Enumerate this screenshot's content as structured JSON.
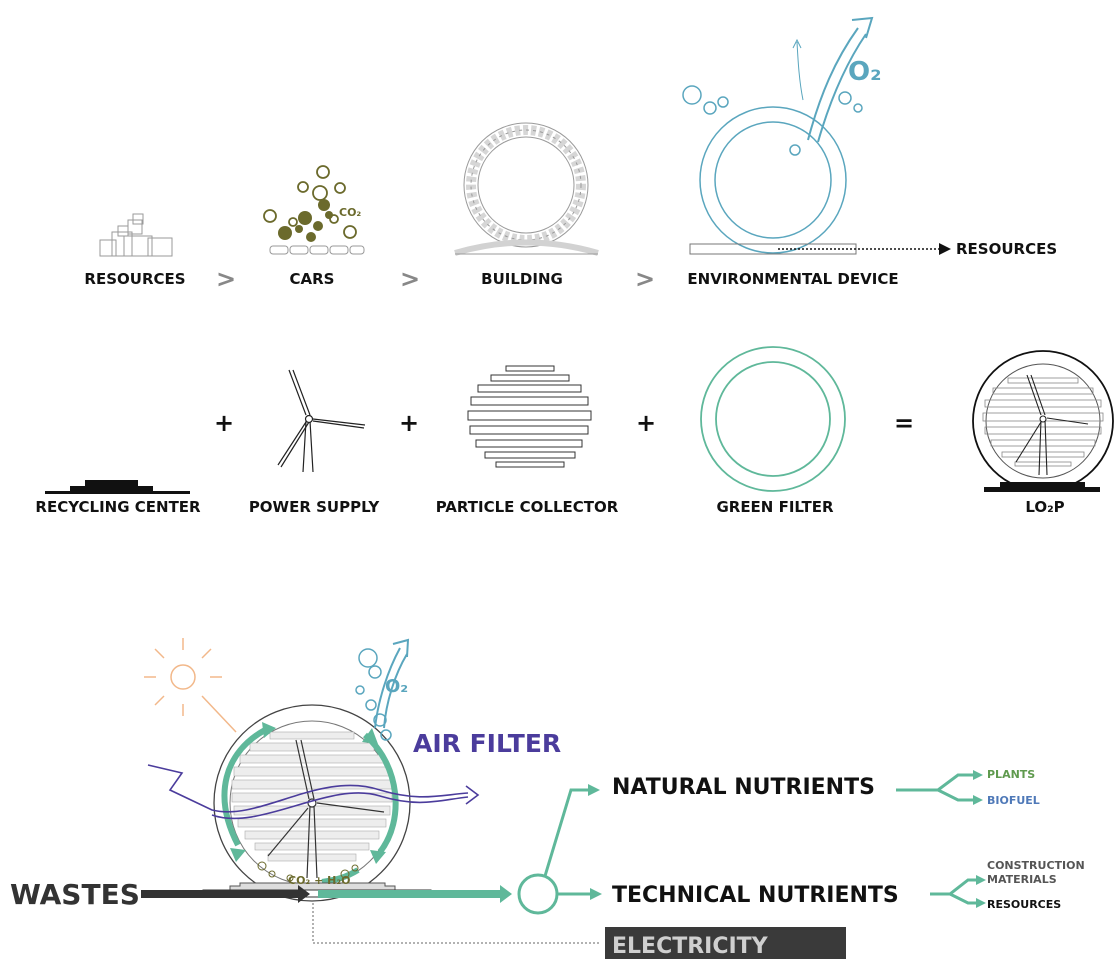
{
  "row1": {
    "resources": "RESOURCES",
    "cars": "CARS",
    "building": "BUILDING",
    "device": "ENVIRONMENTAL DEVICE",
    "sep": ">",
    "co2": "CO₂",
    "o2": "O₂",
    "device_output": "RESOURCES"
  },
  "row2": {
    "recycling": "RECYCLING CENTER",
    "power": "POWER SUPPLY",
    "particle": "PARTICLE COLLECTOR",
    "green": "GREEN FILTER",
    "lo2p": "LO₂P",
    "plus": "+",
    "equals": "="
  },
  "row3": {
    "wastes": "WASTES",
    "air_filter": "AIR FILTER",
    "o2": "O₂",
    "reaction": "CO₂ + H₂O",
    "natural": "NATURAL NUTRIENTS",
    "technical": "TECHNICAL NUTRIENTS",
    "plants": "PLANTS",
    "biofuel": "BIOFUEL",
    "construction_1": "CONSTRUCTION",
    "construction_2": "MATERIALS",
    "resources": "RESOURCES",
    "electricity": "ELECTRICITY"
  },
  "colors": {
    "teal": "#5fb89a",
    "blue": "#5aa6be",
    "olive": "#6b6a2c",
    "purple": "#4b3c9c",
    "sun": "#f2b88a",
    "green_text": "#5f9a4e",
    "blue_text": "#4f79b8",
    "dark": "#3a3a3a"
  }
}
